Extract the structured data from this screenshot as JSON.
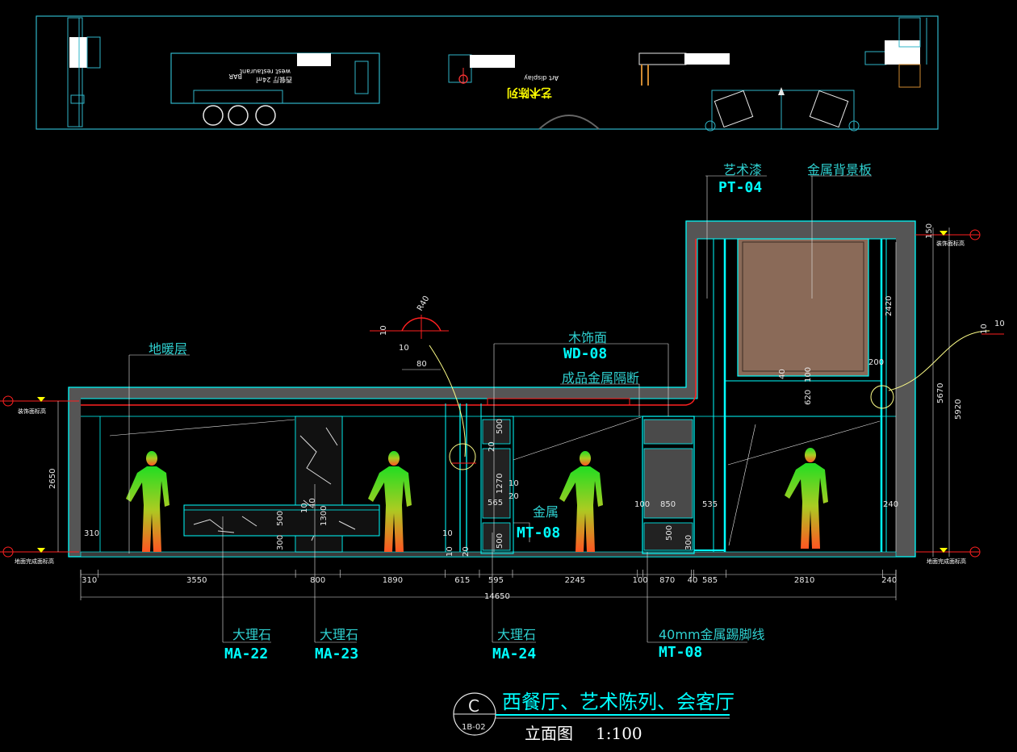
{
  "plan_labels": {
    "restaurant": "西餐厅 24㎡",
    "restaurant_en": "west restaurant",
    "bar": "BAR",
    "art": "艺术陈列",
    "art_en": "Art display"
  },
  "material_labels": {
    "floor_heating": "地暖层",
    "art_paint": "艺术漆",
    "art_paint_code": "PT-04",
    "metal_backdrop": "金属背景板",
    "wood_finish": "木饰面",
    "wood_finish_code": "WD-08",
    "metal_partition": "成品金属隔断",
    "metal": "金属",
    "metal_code": "MT-08",
    "marble1": "大理石",
    "marble1_code": "MA-22",
    "marble2": "大理石",
    "marble2_code": "MA-23",
    "marble3": "大理石",
    "marble3_code": "MA-24",
    "skirting": "40mm金属踢脚线",
    "skirting_code": "MT-08"
  },
  "levels": {
    "ceiling_left": "装饰面标高",
    "floor_left": "地面完成面标高",
    "ceiling_right": "装饰面标高",
    "floor_right": "地面完成面标高"
  },
  "dimensions": {
    "bottom": [
      "310",
      "3550",
      "800",
      "1890",
      "615",
      "595",
      "2245",
      "100",
      "870",
      "40",
      "585",
      "2810",
      "240"
    ],
    "total": "14650",
    "right_outer": [
      "150",
      "5920"
    ],
    "right_inner": [
      "5670"
    ],
    "right_misc": [
      "2420",
      "200",
      "240"
    ],
    "left_height": "2650",
    "left_base": "310",
    "marble_block": [
      "300",
      "500",
      "1300",
      "40",
      "10"
    ],
    "cabinet": [
      "500",
      "20",
      "1270",
      "10",
      "20",
      "565",
      "500"
    ],
    "metal_cab": [
      "100",
      "850",
      "535",
      "500",
      "300"
    ],
    "backdrop": [
      "40",
      "100",
      "620"
    ],
    "misc": [
      "10",
      "10",
      "80",
      "10",
      "R40",
      "10",
      "20",
      "10",
      "10"
    ]
  },
  "title": {
    "letter": "C",
    "sheet": "1B-02",
    "name": "西餐厅、艺术陈列、会客厅",
    "type": "立面图",
    "scale": "1:100"
  }
}
